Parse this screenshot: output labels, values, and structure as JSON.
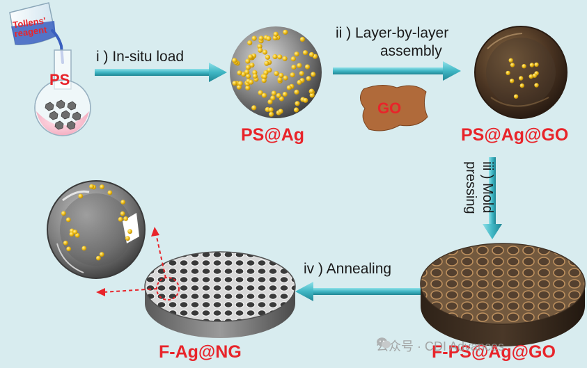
{
  "steps": {
    "step1": "i ) In-situ load",
    "step2_line1": "ii ) Layer-by-layer",
    "step2_line2": "assembly",
    "step3_line1": "iii ) Mold",
    "step3_line2": "pressing",
    "step4": "iv ) Annealing"
  },
  "labels": {
    "tollens_line1": "Tollens'",
    "tollens_line2": "reagent",
    "ps": "PS",
    "go": "GO",
    "ps_ag": "PS@Ag",
    "ps_ag_go": "PS@Ag@GO",
    "f_ps_ag_go": "F-PS@Ag@GO",
    "f_ag_ng": "F-Ag@NG"
  },
  "watermark": {
    "text": "公众号 · CDI Advances",
    "icon": "wechat-icon"
  },
  "colors": {
    "background": "#d8ecef",
    "accent_red": "#e8242a",
    "arrow_teal": "#41b9c6",
    "silver_particle": "#f2c21f",
    "go_sheet": "#b06a3a"
  }
}
